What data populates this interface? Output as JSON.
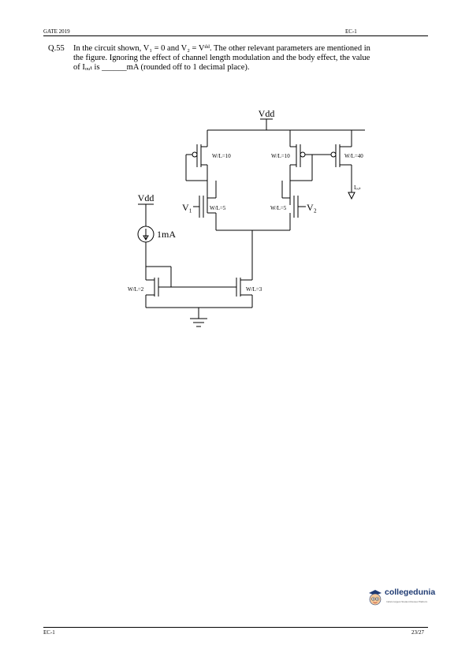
{
  "header": {
    "left": "GATE 2019",
    "right": "EC-1"
  },
  "question": {
    "number": "Q.55",
    "line1": "In the circuit shown, V₁ = 0 and V₂ = Vᵈᵈ. The other relevant parameters are mentioned in",
    "line2": "the figure. Ignoring the effect of channel length modulation and the body effect, the value",
    "line3": "of Iₒᵤₜ is ______mA  (rounded off to 1 decimal place)."
  },
  "circuit": {
    "vdd_top": "Vdd",
    "vdd_left": "Vdd",
    "current_source": "1mA",
    "v1": "V₁",
    "v2": "V₂",
    "iout": "Iₒᵤₜ",
    "pmos_left_wl": "W/L=10",
    "pmos_right_wl": "W/L=10",
    "pmos_out_wl": "W/L=40",
    "nmos_left_wl": "W/L=5",
    "nmos_right_wl": "W/L=5",
    "ref_wl": "W/L=2",
    "tail_wl": "W/L=3"
  },
  "watermark": {
    "brand": "collegedunia",
    "tagline": "India's largest Student Review Platform"
  },
  "footer": {
    "left": "EC-1",
    "right": "23/27"
  }
}
